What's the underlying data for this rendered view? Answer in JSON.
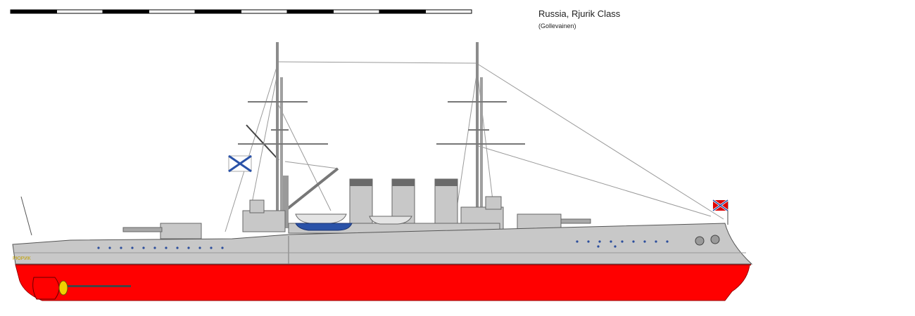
{
  "title": "Russia, Rjurik Class",
  "credit": "(Gollevainen)",
  "hull_name": "РЮРИК",
  "scale_bar_segments": 10,
  "colors": {
    "hull_grey": "#c8c8c8",
    "below_waterline": "#ff0000",
    "boot_topping": "#b40000",
    "outline": "#505050",
    "boat_blue": "#2a52a8",
    "propeller": "#f0d000",
    "name_gold": "#c0a000",
    "porthole": "#2a4d9c"
  }
}
